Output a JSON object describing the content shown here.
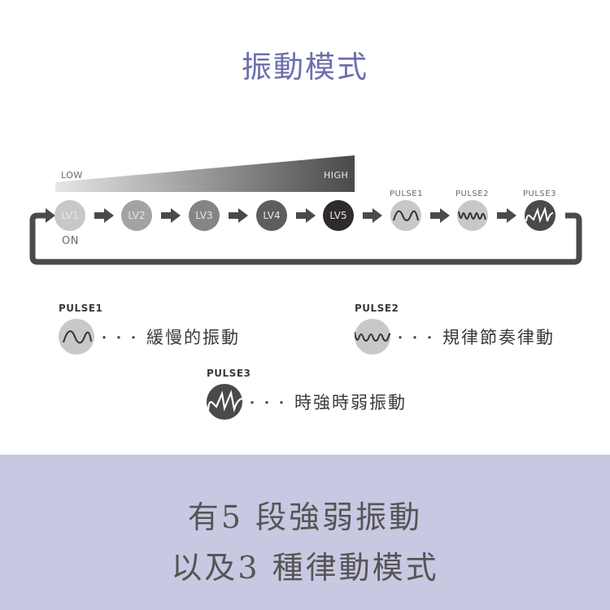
{
  "title": "振動模式",
  "intensity_bar": {
    "low_label": "LOW",
    "high_label": "HIGH"
  },
  "flow": {
    "on_label": "ON",
    "nodes": [
      {
        "id": "lv1",
        "label": "LV1",
        "color": "#c8c8c8"
      },
      {
        "id": "lv2",
        "label": "LV2",
        "color": "#a3a3a3"
      },
      {
        "id": "lv3",
        "label": "LV3",
        "color": "#858585"
      },
      {
        "id": "lv4",
        "label": "LV4",
        "color": "#5e5e5e"
      },
      {
        "id": "lv5",
        "label": "LV5",
        "color": "#2f2b2b"
      },
      {
        "id": "pulse1",
        "label": "PULSE1",
        "color": "#c8c8c8",
        "icon": "slow-wave-icon"
      },
      {
        "id": "pulse2",
        "label": "PULSE2",
        "color": "#c8c8c8",
        "icon": "fast-wave-icon"
      },
      {
        "id": "pulse3",
        "label": "PULSE3",
        "color": "#4a4a4a",
        "icon": "irregular-wave-icon"
      }
    ],
    "arrow_color": "#4a4a4a"
  },
  "legend": [
    {
      "title": "PULSE1",
      "dots": "・・・",
      "description": "緩慢的振動"
    },
    {
      "title": "PULSE2",
      "dots": "・・・",
      "description": "規律節奏律動"
    },
    {
      "title": "PULSE3",
      "dots": "・・・",
      "description": "時強時弱振動"
    }
  ],
  "banner": {
    "line1": "有5 段強弱振動",
    "line2": "以及3 種律動模式",
    "background": "#c8c8e2"
  },
  "colors": {
    "title": "#6b6fae",
    "text": "#3a3a3a"
  }
}
